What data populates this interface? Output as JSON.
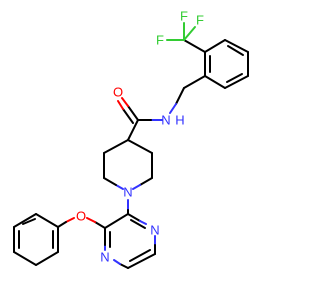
{
  "molecule": {
    "atoms": {
      "f1": "F",
      "f2": "F",
      "f3": "F",
      "n_amide": "N",
      "h_amide": "H",
      "o_carbonyl": "O",
      "n_piperidine": "N",
      "o_ether": "O",
      "n_pyrazine_1": "N",
      "n_pyrazine_2": "N"
    },
    "colors": {
      "carbon": "#000000",
      "nitrogen": "#3333ff",
      "oxygen": "#ff0000",
      "fluorine": "#33cc33"
    }
  }
}
